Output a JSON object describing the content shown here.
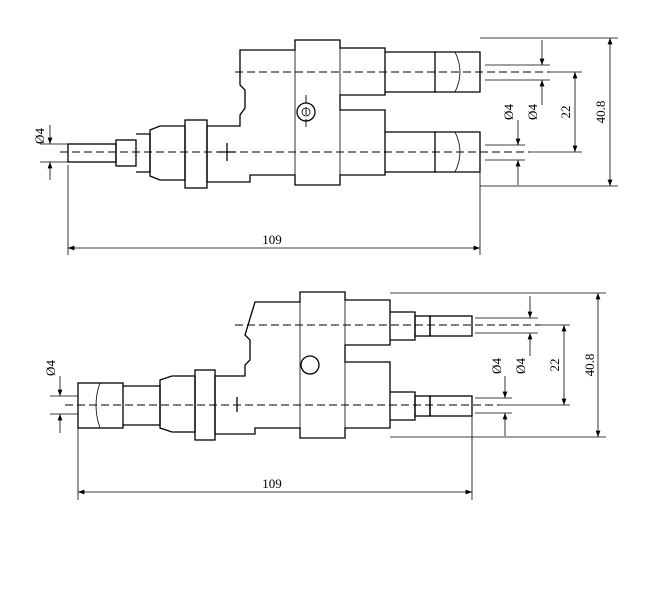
{
  "top_view": {
    "dia_left": "Ø4",
    "dia_right_1": "Ø4",
    "dia_right_2": "Ø4",
    "spacing": "22",
    "height": "40.8",
    "length": "109"
  },
  "bottom_view": {
    "dia_left": "Ø4",
    "dia_right_1": "Ø4",
    "dia_right_2": "Ø4",
    "spacing": "22",
    "height": "40.8",
    "length": "109"
  }
}
